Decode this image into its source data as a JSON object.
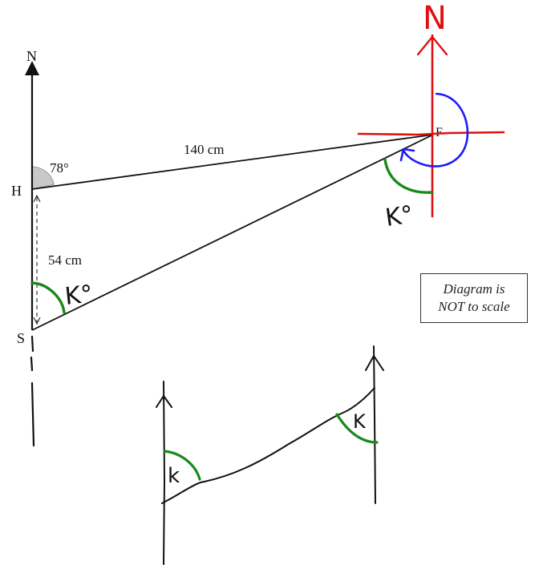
{
  "points": {
    "north": "N",
    "h": "H",
    "s": "S",
    "f": "F"
  },
  "measurements": {
    "angle_h": "78°",
    "hf_length": "140 cm",
    "hs_length": "54 cm"
  },
  "annotations": {
    "k_at_s": "K°",
    "k_at_f": "K°",
    "red_north": "N",
    "k_lower_left": "k",
    "k_lower_right": "K"
  },
  "note": {
    "line1": "Diagram is",
    "line2": "NOT to scale"
  },
  "colors": {
    "ink": "#111111",
    "red": "#e01010",
    "blue": "#1a1aff",
    "green": "#1a8a1a",
    "sector": "#c8c8c8"
  }
}
